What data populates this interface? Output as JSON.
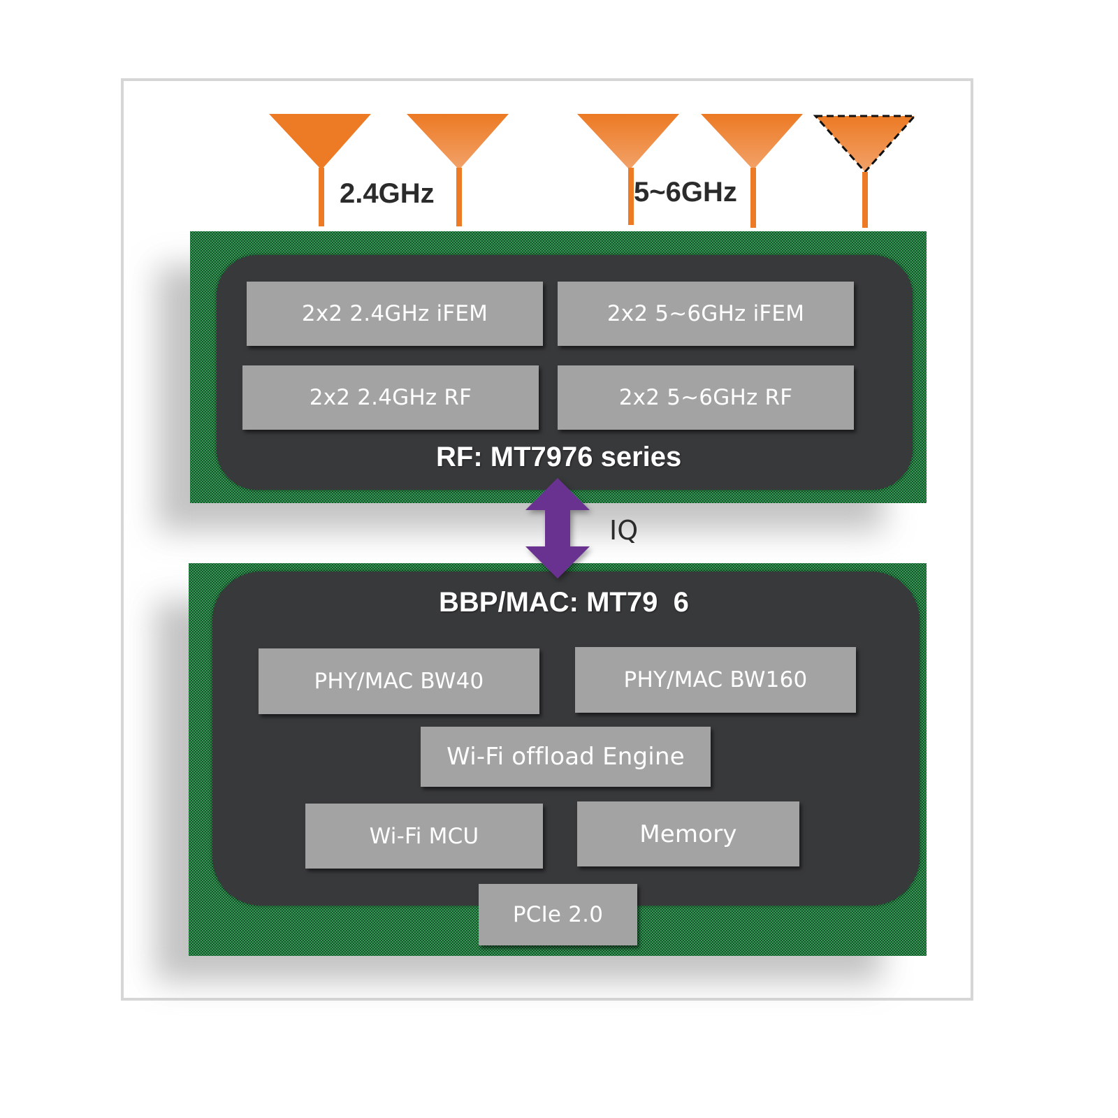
{
  "antennas": {
    "band_24_label": "2.4GHz",
    "band_56_label": "5~6GHz",
    "count_24": 2,
    "count_56": 3,
    "optional_antenna_note": "dashed outline"
  },
  "rf_chip": {
    "title": "RF: MT7976 series",
    "blocks": [
      {
        "label": "2x2 2.4GHz iFEM"
      },
      {
        "label": "2x2 5~6GHz iFEM"
      },
      {
        "label": "2x2 2.4GHz RF"
      },
      {
        "label": "2x2 5~6GHz RF"
      }
    ]
  },
  "link": {
    "label": "IQ"
  },
  "bbp_chip": {
    "title": "BBP/MAC: MT79  6",
    "blocks": [
      {
        "label": "PHY/MAC BW40"
      },
      {
        "label": "PHY/MAC BW160"
      },
      {
        "label": "Wi-Fi offload Engine"
      },
      {
        "label": "Wi-Fi MCU"
      },
      {
        "label": "Memory"
      },
      {
        "label": "PCIe 2.0"
      }
    ]
  },
  "colors": {
    "antenna": "#ee7d2a",
    "board_green": "#1fa84a",
    "chip_dark": "#38393b",
    "block_gray": "#a3a3a3",
    "arrow_purple": "#6a3290"
  }
}
